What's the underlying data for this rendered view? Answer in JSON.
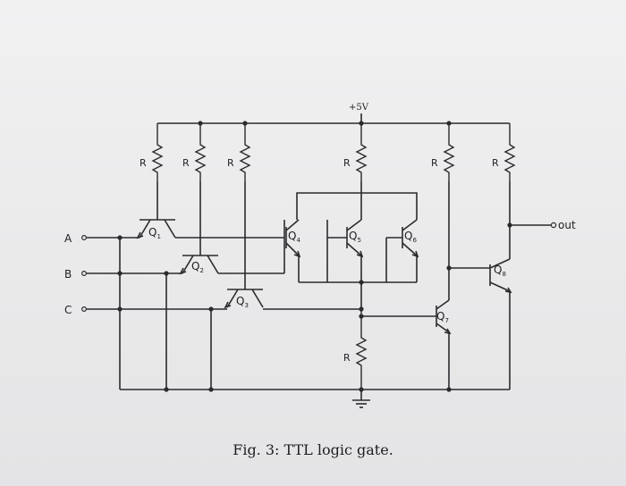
{
  "supply_label": "+5V",
  "inputs": [
    {
      "name": "A"
    },
    {
      "name": "B"
    },
    {
      "name": "C"
    }
  ],
  "output_label": "out",
  "resistor_label": "R",
  "transistors": [
    {
      "base": "Q",
      "num": "1"
    },
    {
      "base": "Q",
      "num": "2"
    },
    {
      "base": "Q",
      "num": "3"
    },
    {
      "base": "Q",
      "num": "4"
    },
    {
      "base": "Q",
      "num": "5"
    },
    {
      "base": "Q",
      "num": "6"
    },
    {
      "base": "Q",
      "num": "7"
    },
    {
      "base": "Q",
      "num": "8"
    }
  ],
  "caption": "Fig. 3: TTL logic gate."
}
